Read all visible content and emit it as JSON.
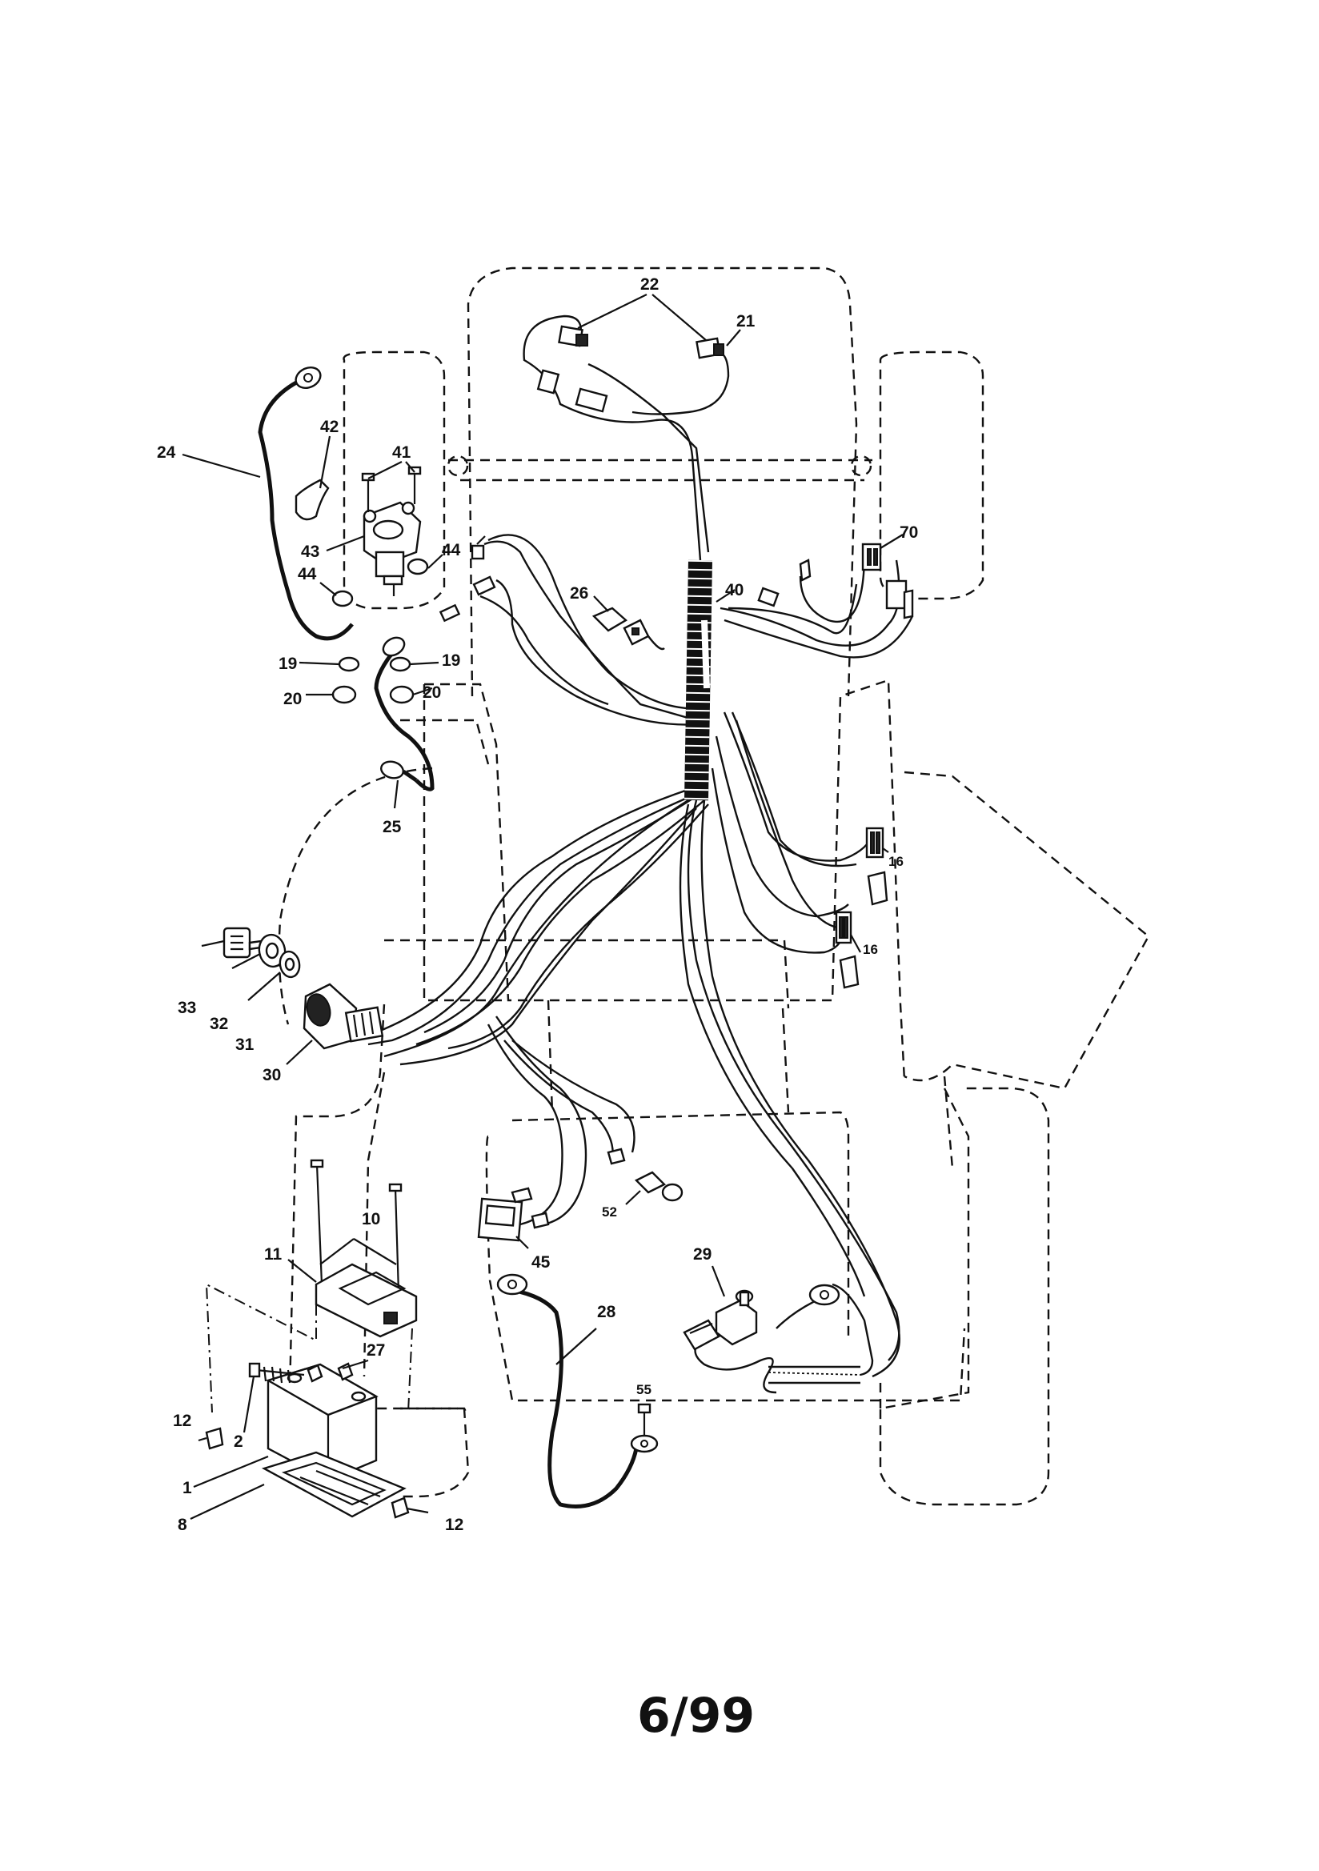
{
  "diagram": {
    "callouts": {
      "c22": "22",
      "c21": "21",
      "c24": "24",
      "c42": "42",
      "c41": "41",
      "c43": "43",
      "c44a": "44",
      "c44b": "44",
      "c19a": "19",
      "c19b": "19",
      "c20a": "20",
      "c20b": "20",
      "c25": "25",
      "c26": "26",
      "c40": "40",
      "c70": "70",
      "c16a": "16",
      "c16b": "16",
      "c33": "33",
      "c32": "32",
      "c31": "31",
      "c30": "30",
      "c10": "10",
      "c11": "11",
      "c27": "27",
      "c12a": "12",
      "c12b": "12",
      "c2": "2",
      "c1": "1",
      "c8": "8",
      "c52": "52",
      "c45": "45",
      "c29": "29",
      "c28": "28",
      "c55": "55"
    },
    "footer_date": "6/99"
  }
}
